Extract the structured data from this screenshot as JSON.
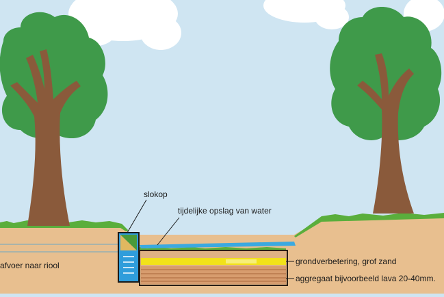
{
  "labels": {
    "slokop": "slokop",
    "storage": "tijdelijke opslag van water",
    "drain": "afvoer naar riool",
    "soil": "grondverbetering, grof zand",
    "aggregate": "aggregaat bijvoorbeeld lava 20-40mm."
  },
  "colors": {
    "sky": "#cfe5f2",
    "cloud": "#ffffff",
    "grass": "#5aae3c",
    "soil": "#e8bf8f",
    "sand_layer": "#f2e21a",
    "aggregate": "#c98a5e",
    "water": "#3ba9e0",
    "trunk": "#8a5a3b",
    "foliage": "#3f9a4a"
  }
}
